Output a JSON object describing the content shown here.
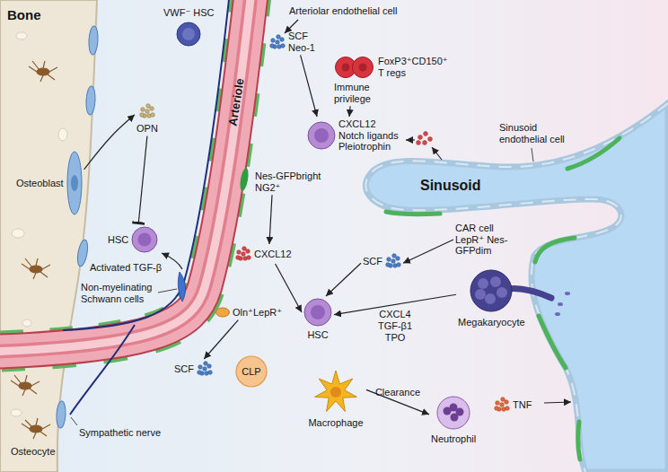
{
  "diagram": {
    "nodes": [
      {
        "text": [
          "VWF⁻ HSC"
        ]
      },
      {
        "text": [
          "SCF Neo-1"
        ]
      },
      {
        "text": [
          "FoxP3⁺CD150⁺ T regs",
          "Immune privilege"
        ]
      },
      {
        "text": [
          "OPN"
        ]
      },
      {
        "text": [
          "CXCL12 Notch ligands Pleiotrophin"
        ]
      },
      {
        "text": [
          "Osteoblast"
        ]
      },
      {
        "text": [
          "Nes-GFPbright NG2⁺"
        ]
      },
      {
        "text": [
          "CAR cell LepR⁺ Nes-GFPdim"
        ]
      },
      {
        "text": [
          "HSC"
        ]
      },
      {
        "text": [
          "CXCL12"
        ]
      },
      {
        "text": [
          "SCF"
        ]
      },
      {
        "text": [
          "Megakaryocyte"
        ]
      },
      {
        "text": [
          "HSC"
        ]
      },
      {
        "text": [
          "Oln⁺LepR⁺"
        ]
      },
      {
        "text": [
          "SCF"
        ]
      },
      {
        "text": [
          "CLP"
        ]
      },
      {
        "text": [
          "Macrophage"
        ]
      },
      {
        "text": [
          "Neutrophil"
        ]
      },
      {
        "text": [
          "TNF"
        ]
      }
    ],
    "edges": [
      {
        "from": 5,
        "to": 3,
        "arrow": "to"
      },
      {
        "from": 3,
        "to": 8,
        "arrow": "to"
      },
      {
        "from": 1,
        "to": 4,
        "arrow": "to"
      },
      {
        "from": 2,
        "to": 4,
        "arrow": "to"
      },
      {
        "from": 6,
        "to": 9,
        "arrow": "to"
      },
      {
        "from": 9,
        "to": 12,
        "arrow": "to"
      },
      {
        "from": 7,
        "to": 10,
        "arrow": "to"
      },
      {
        "from": 10,
        "to": 12,
        "arrow": "to"
      },
      {
        "from": 11,
        "to": 12,
        "label": "CXCL4 TGF-β1 TPO",
        "arrow": "to"
      },
      {
        "from": 13,
        "to": 14,
        "arrow": "to"
      },
      {
        "from": 16,
        "to": 17,
        "label": "Clearance",
        "arrow": "to"
      }
    ],
    "labels": [
      "Bone",
      "Arteriolar endothelial cell",
      "Arteriole",
      "Sinusoid endothelial cell",
      "Sinusoid",
      "Activated TGF-β",
      "Non-myelinating Schwann cells",
      "Sympathetic nerve",
      "Osteocyte"
    ]
  }
}
